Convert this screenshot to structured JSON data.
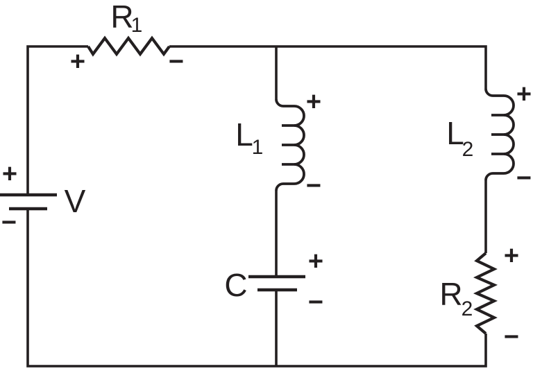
{
  "figure": {
    "kind": "circuit schematic",
    "background_color": "#ffffff",
    "line_color": "#231f20"
  },
  "components": {
    "v_source": {
      "type": "dc-voltage-source",
      "label": "V",
      "plus": "+",
      "minus": "−"
    },
    "r1": {
      "type": "resistor",
      "label": "R",
      "subscript": "1",
      "plus": "+",
      "minus": "−"
    },
    "l1": {
      "type": "inductor",
      "label": "L",
      "subscript": "1",
      "plus": "+",
      "minus": "−"
    },
    "c": {
      "type": "capacitor",
      "label": "C",
      "plus": "+",
      "minus": "−"
    },
    "l2": {
      "type": "inductor",
      "label": "L",
      "subscript": "2",
      "plus": "+",
      "minus": "−"
    },
    "r2": {
      "type": "resistor",
      "label": "R",
      "subscript": "2",
      "plus": "+",
      "minus": "−"
    }
  }
}
